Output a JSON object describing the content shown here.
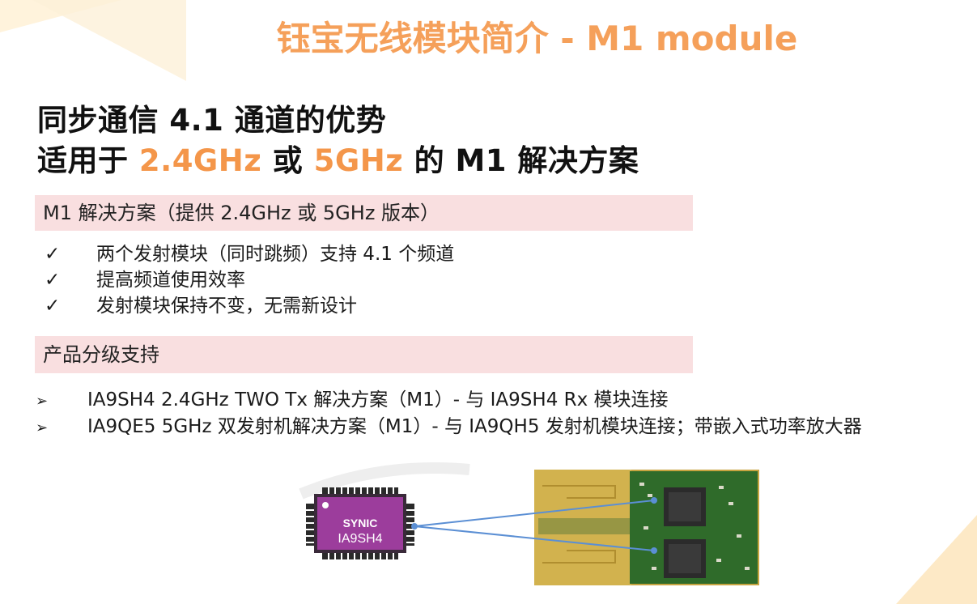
{
  "slide": {
    "title": "钰宝无线模块简介 - M1 module",
    "headline": {
      "line1": "同步通信 4.1 通道的优势",
      "line2_pre": "适用于 ",
      "line2_accent1": "2.4GHz",
      "line2_mid": " 或 ",
      "line2_accent2": "5GHz",
      "line2_post": " 的 M1 解决方案"
    },
    "section1": {
      "heading": "M1 解决方案（提供 2.4GHz 或 5GHz 版本）",
      "mark": "✓",
      "items": [
        "两个发射模块（同时跳频）支持 4.1 个频道",
        "提高频道使用效率",
        "发射模块保持不变，无需新设计"
      ]
    },
    "section2": {
      "heading": "产品分级支持",
      "mark": "➢",
      "items": [
        "IA9SH4 2.4GHz TWO Tx 解决方案（M1）- 与 IA9SH4 Rx 模块连接",
        "IA9QE5 5GHz 双发射机解决方案（M1）- 与 IA9QH5 发射机模块连接；带嵌入式功率放大器"
      ]
    },
    "chip": {
      "brand": "SYNIC",
      "model": "IA9SH4",
      "color": "#9c3d9c"
    },
    "colors": {
      "title": "#f5a05a",
      "accent": "#f4964a",
      "band": "#f9dfe0",
      "connector": "#5b8fd4",
      "pcb": "#2f6b2a"
    }
  }
}
